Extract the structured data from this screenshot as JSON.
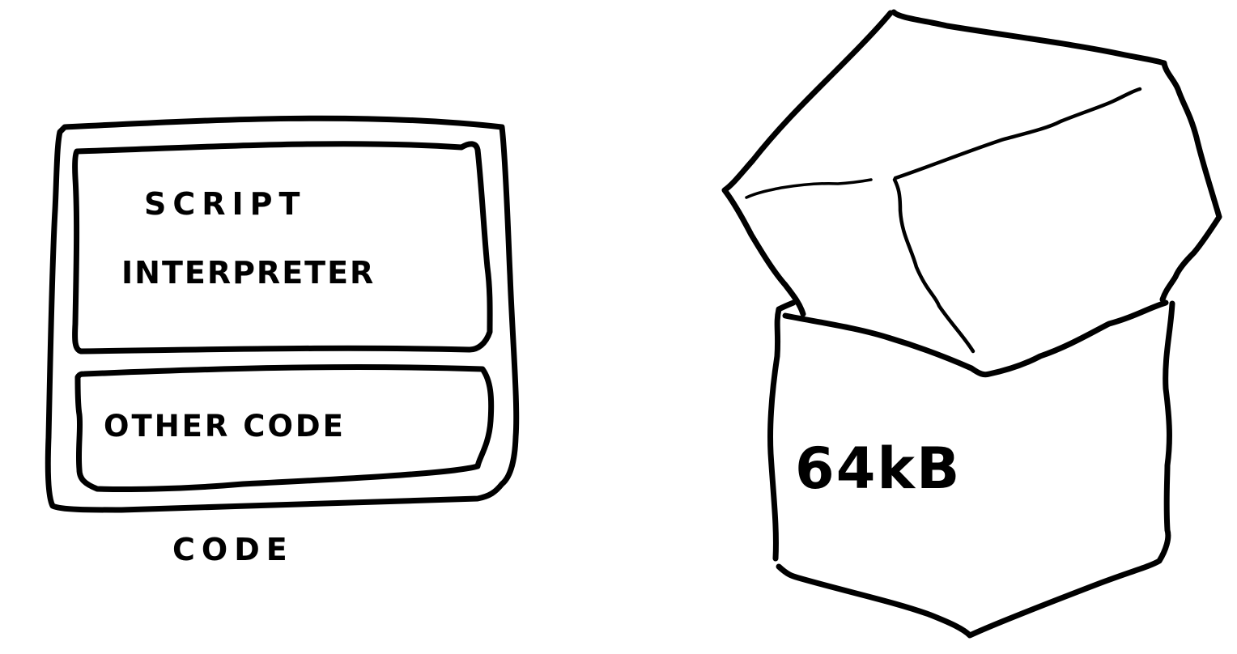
{
  "colors": {
    "ink": "#000000",
    "background": "#ffffff"
  },
  "code_block": {
    "script_interpreter_line1": "SCRIPT",
    "script_interpreter_line2": "INTERPRETER",
    "other_code_label": "OTHER CODE",
    "caption": "CODE"
  },
  "box": {
    "size_label": "64kB"
  }
}
